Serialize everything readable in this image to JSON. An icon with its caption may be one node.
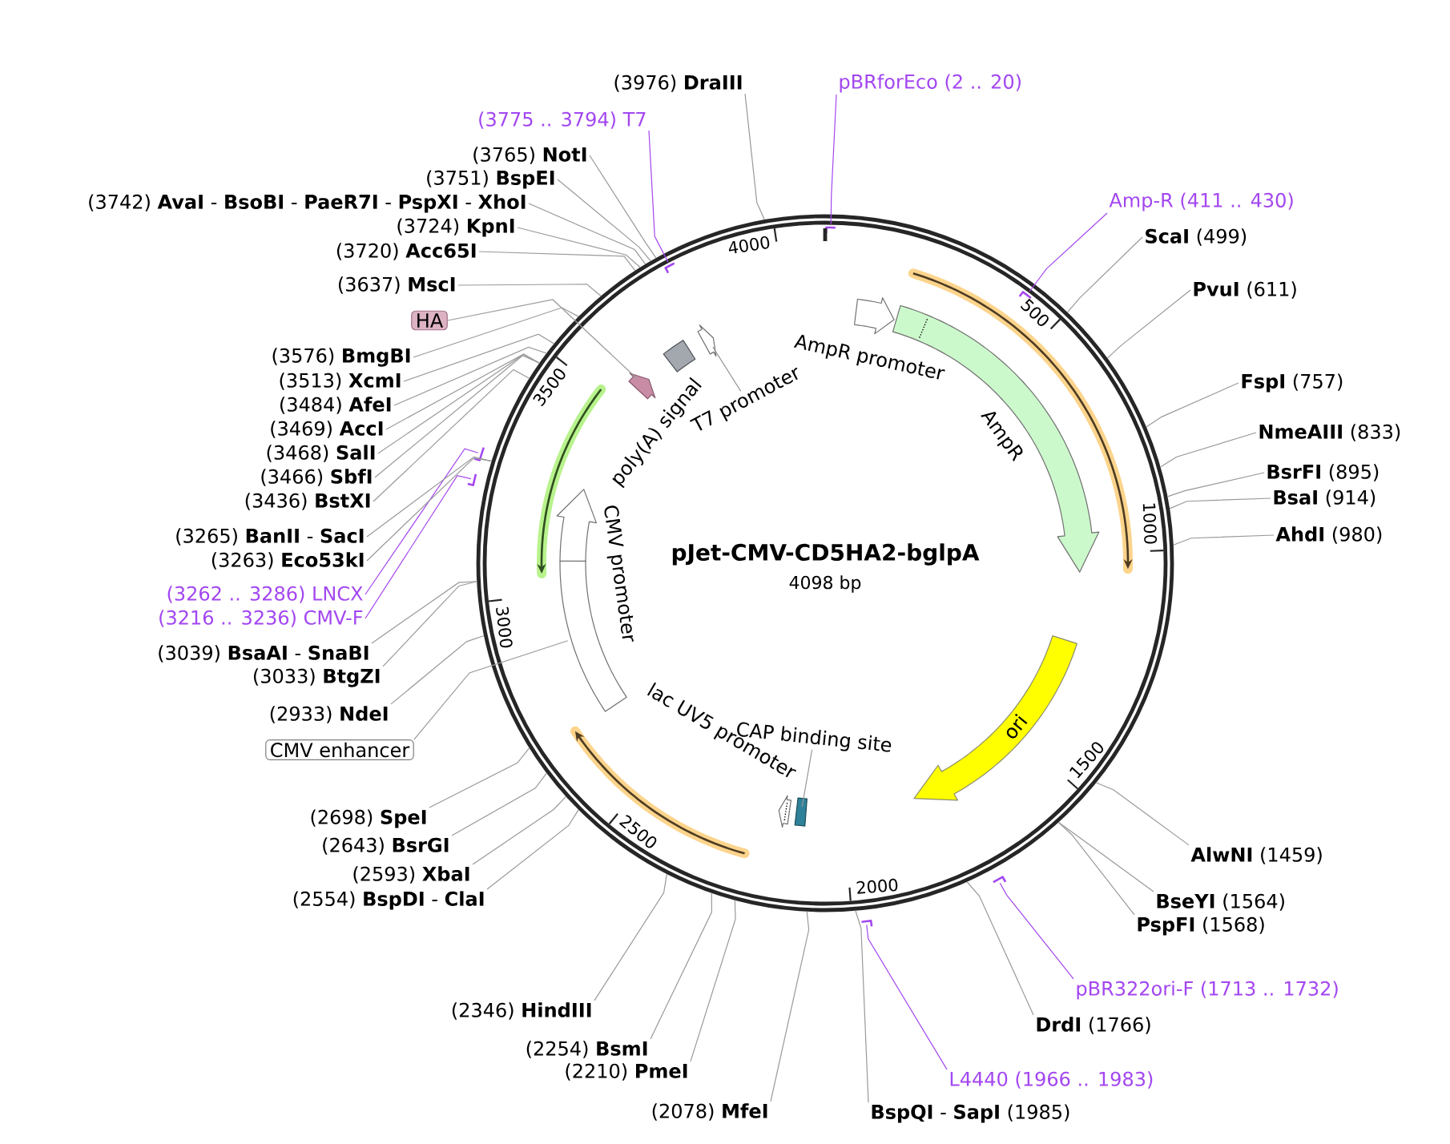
{
  "diagram": {
    "nodes": [
      {
        "text": [
          "pJet-CMV-CD5HA2-bglpA",
          "4098 bp"
        ]
      },
      {
        "text": [
          "AmpR promoter"
        ],
        "in": 0
      },
      {
        "text": [
          "AmpR"
        ],
        "in": 0
      },
      {
        "text": [
          "ori"
        ],
        "in": 0
      },
      {
        "text": [],
        "shape": "box",
        "in": 0
      },
      {
        "text": [
          "CAP binding site"
        ],
        "in": 0
      },
      {
        "text": [
          "lac UV5 promoter"
        ],
        "in": 0
      },
      {
        "text": [],
        "shape": "box",
        "in": 0
      },
      {
        "text": [
          "CMV promoter"
        ],
        "in": 0
      },
      {
        "text": [],
        "shape": "arrow",
        "in": 0
      },
      {
        "text": [
          "poly(A) signal"
        ],
        "in": 0
      },
      {
        "text": [],
        "shape": "arrow",
        "in": 0
      },
      {
        "text": [
          "T7 promoter"
        ],
        "in": 0
      },
      {
        "text": [
          "pBRforEco (2 .. 20)"
        ]
      },
      {
        "text": [],
        "shape": "bar",
        "in": 0
      },
      {
        "text": [
          "Amp-R (411 .. 430)"
        ]
      },
      {
        "text": [],
        "shape": "bar",
        "in": 0
      },
      {
        "text": [
          "**ScaI** (499)"
        ]
      },
      {
        "text": [
          "**PvuI** (611)"
        ]
      },
      {
        "text": [
          "**FspI** (757)"
        ]
      },
      {
        "text": [
          "**NmeAIII** (833)"
        ]
      },
      {
        "text": [
          "**BsrFI** (895)"
        ]
      },
      {
        "text": [
          "**BsaI** (914)"
        ]
      },
      {
        "text": [
          "**AhdI** (980)"
        ]
      },
      {
        "text": [
          "**AlwNI** (1459)"
        ]
      },
      {
        "text": [
          "**BseYI** (1564)"
        ]
      },
      {
        "text": [
          "**PspFI** (1568)"
        ]
      },
      {
        "text": [
          "pBR322ori-F (1713 .. 1732)"
        ]
      },
      {
        "text": [],
        "shape": "bar"
      },
      {
        "text": [
          "**DrdI** (1766)"
        ]
      },
      {
        "text": [
          "L4440 (1966 .. 1983)"
        ]
      },
      {
        "text": [],
        "shape": "bar"
      },
      {
        "text": [
          "**BspQI** - **SapI** (1985)"
        ]
      },
      {
        "text": [
          "(2078) **MfeI**"
        ]
      },
      {
        "text": [
          "(2210) **PmeI**"
        ]
      },
      {
        "text": [
          "(2254) **BsmI**"
        ]
      },
      {
        "text": [
          "(2346) **HindIII**"
        ]
      },
      {
        "text": [
          "(2554) **BspDI** - **ClaI**"
        ]
      },
      {
        "text": [
          "(2593) **XbaI**"
        ]
      },
      {
        "text": [
          "(2643) **BsrGI**"
        ]
      },
      {
        "text": [
          "(2698) **SpeI**"
        ]
      },
      {
        "text": [
          "CMV enhancer"
        ]
      },
      {
        "text": [
          "(2933) **NdeI**"
        ]
      },
      {
        "text": [
          "(3033) **BtgZI**"
        ]
      },
      {
        "text": [
          "(3039) **BsaAI** - **SnaBI**"
        ]
      },
      {
        "text": [
          "(3216 .. 3236) CMV-F"
        ]
      },
      {
        "text": [],
        "shape": "bar"
      },
      {
        "text": [
          "(3262 .. 3286) LNCX"
        ]
      },
      {
        "text": [],
        "shape": "bar"
      },
      {
        "text": [
          "(3263) **Eco53kI**"
        ]
      },
      {
        "text": [
          "(3265) **BanII** - **SacI**"
        ]
      },
      {
        "text": [
          "(3436) **BstXI**"
        ]
      },
      {
        "text": [
          "(3466) **SbfI**"
        ]
      },
      {
        "text": [
          "(3468) **SalI**"
        ]
      },
      {
        "text": [
          "(3469) **AccI**"
        ]
      },
      {
        "text": [
          "(3484) **AfeI**"
        ]
      },
      {
        "text": [
          "(3513) **XcmI**"
        ]
      },
      {
        "text": [
          "(3576) **BmgBI**"
        ]
      },
      {
        "text": [
          "HA"
        ]
      },
      {
        "text": [
          "(3637) **MscI**"
        ]
      },
      {
        "text": [
          "(3720) **Acc65I**"
        ]
      },
      {
        "text": [
          "(3724) **KpnI**"
        ]
      },
      {
        "text": [
          "(3742) **AvaI** - **BsoBI** - **PaeR7I** - **PspXI** - **XhoI**"
        ]
      },
      {
        "text": [
          "(3751) **BspEI**"
        ]
      },
      {
        "text": [
          "(3765) **NotI**"
        ]
      },
      {
        "text": [
          "(3775 .. 3794) T7"
        ]
      },
      {
        "text": [],
        "shape": "bar",
        "in": 0
      },
      {
        "text": [
          "(3976) **DraIII**"
        ]
      }
    ],
    "edges": [
      {
        "from": 5,
        "to": 4,
        "arrow": "none"
      },
      {
        "from": 12,
        "to": 11,
        "arrow": "none"
      },
      {
        "from": 13,
        "to": 14,
        "arrow": "none",
        "color": "#a347f0"
      },
      {
        "from": 15,
        "to": 16,
        "arrow": "none",
        "color": "#a347f0"
      },
      {
        "from": 17,
        "to": 0,
        "arrow": "none"
      },
      {
        "from": 18,
        "to": 0,
        "arrow": "none"
      },
      {
        "from": 19,
        "to": 0,
        "arrow": "none"
      },
      {
        "from": 20,
        "to": 0,
        "arrow": "none"
      },
      {
        "from": 21,
        "to": 0,
        "arrow": "none"
      },
      {
        "from": 22,
        "to": 0,
        "arrow": "none"
      },
      {
        "from": 23,
        "to": 0,
        "arrow": "none"
      },
      {
        "from": 24,
        "to": 0,
        "arrow": "none"
      },
      {
        "from": 25,
        "to": 0,
        "arrow": "none"
      },
      {
        "from": 26,
        "to": 0,
        "arrow": "none"
      },
      {
        "from": 27,
        "to": 28,
        "arrow": "none",
        "color": "#a347f0"
      },
      {
        "from": 29,
        "to": 0,
        "arrow": "none"
      },
      {
        "from": 30,
        "to": 31,
        "arrow": "none",
        "color": "#a347f0"
      },
      {
        "from": 32,
        "to": 0,
        "arrow": "none"
      },
      {
        "from": 33,
        "to": 0,
        "arrow": "none"
      },
      {
        "from": 34,
        "to": 0,
        "arrow": "none"
      },
      {
        "from": 35,
        "to": 0,
        "arrow": "none"
      },
      {
        "from": 36,
        "to": 0,
        "arrow": "none"
      },
      {
        "from": 37,
        "to": 0,
        "arrow": "none"
      },
      {
        "from": 38,
        "to": 0,
        "arrow": "none"
      },
      {
        "from": 39,
        "to": 0,
        "arrow": "none"
      },
      {
        "from": 40,
        "to": 0,
        "arrow": "none"
      },
      {
        "from": 41,
        "to": 7,
        "arrow": "none"
      },
      {
        "from": 42,
        "to": 0,
        "arrow": "none"
      },
      {
        "from": 43,
        "to": 0,
        "arrow": "none"
      },
      {
        "from": 44,
        "to": 0,
        "arrow": "none"
      },
      {
        "from": 45,
        "to": 46,
        "arrow": "none",
        "color": "#a347f0"
      },
      {
        "from": 47,
        "to": 48,
        "arrow": "none",
        "color": "#a347f0"
      },
      {
        "from": 49,
        "to": 0,
        "arrow": "none"
      },
      {
        "from": 50,
        "to": 0,
        "arrow": "none"
      },
      {
        "from": 51,
        "to": 0,
        "arrow": "none"
      },
      {
        "from": 52,
        "to": 0,
        "arrow": "none"
      },
      {
        "from": 53,
        "to": 0,
        "arrow": "none"
      },
      {
        "from": 54,
        "to": 0,
        "arrow": "none"
      },
      {
        "from": 55,
        "to": 0,
        "arrow": "none"
      },
      {
        "from": 56,
        "to": 0,
        "arrow": "none"
      },
      {
        "from": 57,
        "to": 0,
        "arrow": "none"
      },
      {
        "from": 58,
        "to": 9,
        "arrow": "none"
      },
      {
        "from": 59,
        "to": 0,
        "arrow": "none"
      },
      {
        "from": 60,
        "to": 0,
        "arrow": "none"
      },
      {
        "from": 61,
        "to": 0,
        "arrow": "none"
      },
      {
        "from": 62,
        "to": 0,
        "arrow": "none"
      },
      {
        "from": 63,
        "to": 0,
        "arrow": "none"
      },
      {
        "from": 64,
        "to": 0,
        "arrow": "none"
      },
      {
        "from": 65,
        "to": 66,
        "arrow": "none",
        "color": "#a347f0"
      },
      {
        "from": 67,
        "to": 0,
        "arrow": "none"
      }
    ],
    "labels": [
      "500",
      "1000",
      "1500",
      "2000",
      "2500",
      "3000",
      "3500",
      "4000"
    ]
  }
}
